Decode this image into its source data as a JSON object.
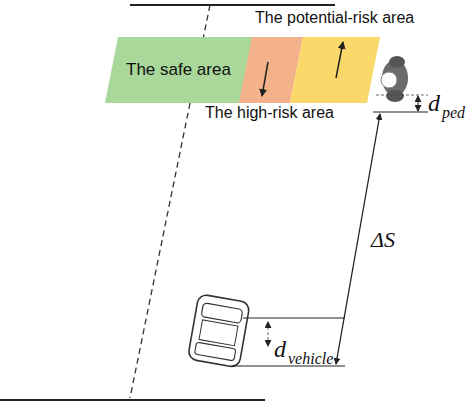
{
  "diagram": {
    "nodes": [
      {
        "text": [
          "The safe area"
        ]
      }
    ],
    "labels": [
      "The potential-risk area",
      "The high-risk area",
      "d",
      "ped",
      "ΔS",
      "d",
      "vehicle"
    ]
  }
}
